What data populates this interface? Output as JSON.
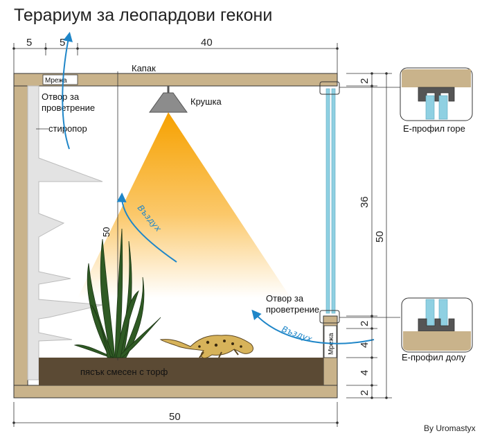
{
  "title": "Терариум за леопардови гекони",
  "credit": "By Uromastyx",
  "labels": {
    "lid": "Капак",
    "bulb": "Крушка",
    "mesh_top": "Мрежа",
    "mesh_bottom": "Мрежа",
    "vent_top_1": "Отвор за",
    "vent_top_2": "проветрение",
    "styrofoam": "стиропор",
    "vent_bottom_1": "Отвор за",
    "vent_bottom_2": "проветрение",
    "air_top": "Въздух",
    "air_bottom": "Въздух",
    "substrate": "пясък смесен с торф",
    "plant_height": "50",
    "profile_top": "Е-профил горе",
    "profile_bottom": "Е-профил долу"
  },
  "dimensions": {
    "top_left": "5",
    "top_mid": "5",
    "top_right": "40",
    "bottom": "50",
    "glass_height": "36",
    "total_height": "50",
    "right_top": "2",
    "right_b1": "2",
    "right_b2": "4",
    "right_b3": "4",
    "right_b4": "2"
  },
  "colors": {
    "wood": "#c9b38b",
    "substrate": "#5b4a34",
    "styrofoam": "#e3e3e3",
    "light": "#f6a100",
    "air": "#1f86c8",
    "glass": "#8fd0e2",
    "plant": "#2f5a24"
  }
}
